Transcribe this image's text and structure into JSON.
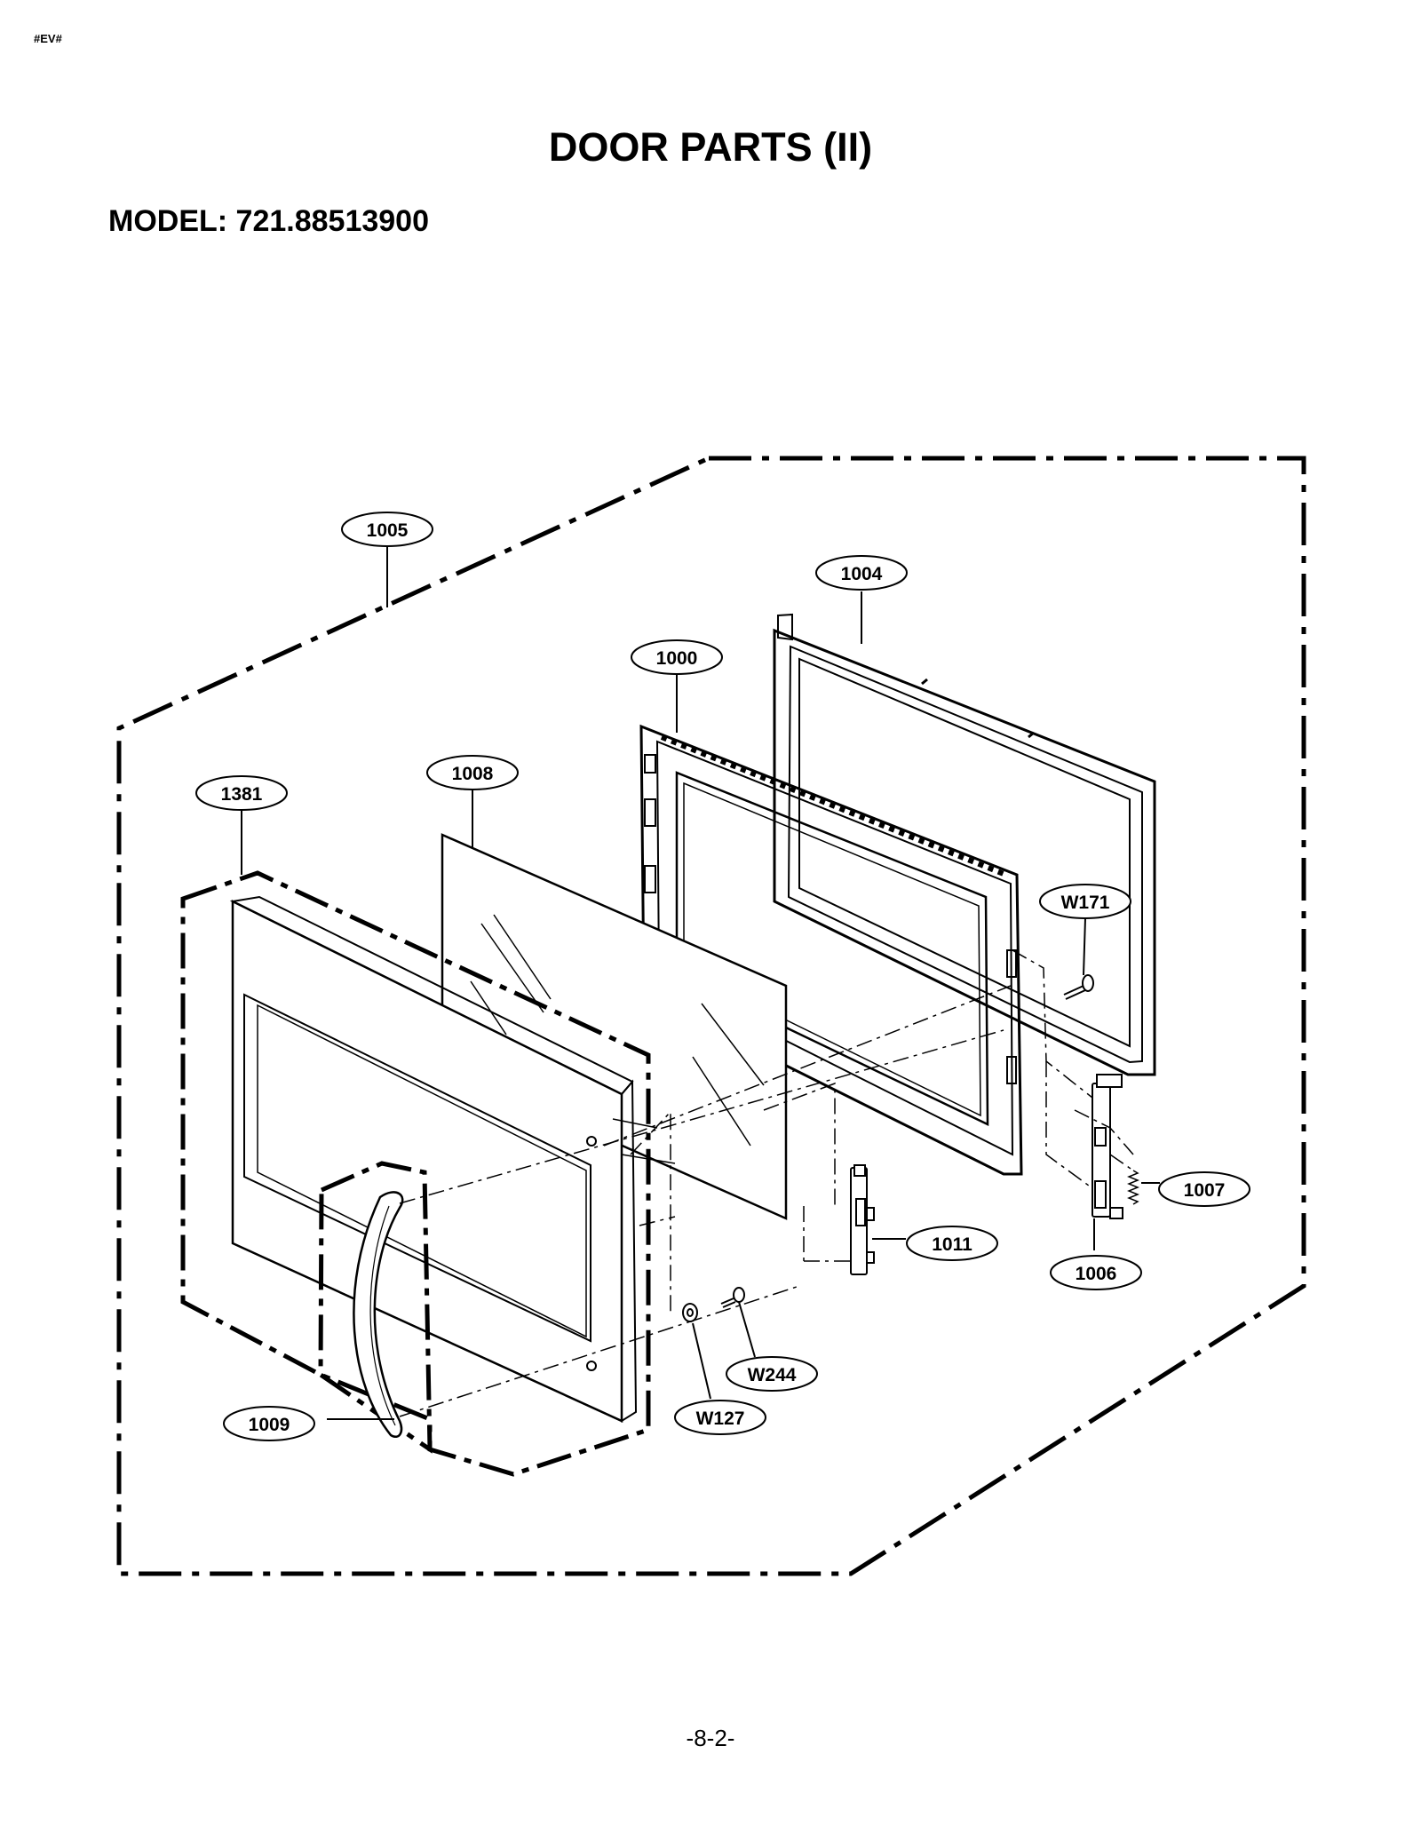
{
  "header": {
    "code": "#EV#"
  },
  "title": "DOOR PARTS (II)",
  "model": "MODEL: 721.88513900",
  "footer": {
    "page": "-8-2-"
  },
  "parts": {
    "p1005": "1005",
    "p1004": "1004",
    "p1000": "1000",
    "p1008": "1008",
    "p1381": "1381",
    "pW171": "W171",
    "p1007": "1007",
    "p1011": "1011",
    "p1006": "1006",
    "pW244": "W244",
    "pW127": "W127",
    "p1009": "1009"
  }
}
